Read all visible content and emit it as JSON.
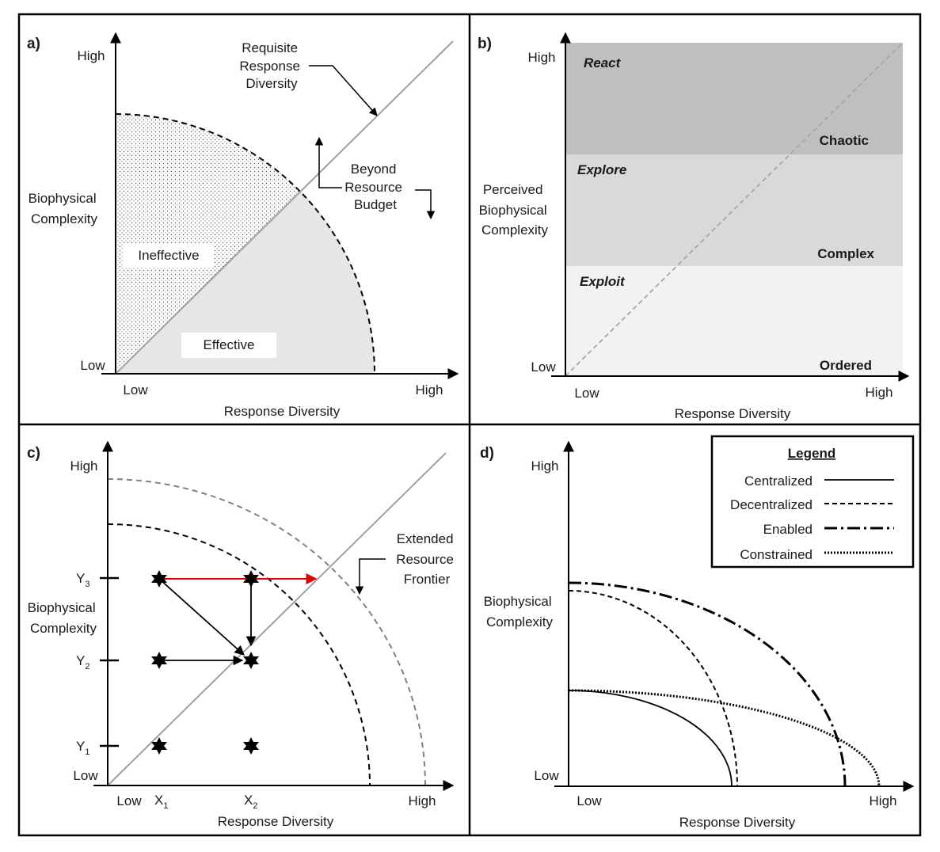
{
  "panels": {
    "a": {
      "tag": "a)",
      "y_high": "High",
      "y_low": "Low",
      "x_low": "Low",
      "x_high": "High",
      "xlabel": "Response Diversity",
      "ylabel": [
        "Biophysical",
        "Complexity"
      ],
      "annotation_requisite": [
        "Requisite",
        "Response",
        "Diversity"
      ],
      "annotation_beyond": [
        "Beyond",
        "Resource",
        "Budget"
      ],
      "region_ineffective": "Ineffective",
      "region_effective": "Effective"
    },
    "b": {
      "tag": "b)",
      "y_high": "High",
      "y_low": "Low",
      "x_low": "Low",
      "x_high": "High",
      "xlabel": "Response Diversity",
      "ylabel": [
        "Perceived",
        "Biophysical",
        "Complexity"
      ],
      "bands": [
        {
          "action": "React",
          "domain": "Chaotic",
          "color": "#bfbfbf"
        },
        {
          "action": "Explore",
          "domain": "Complex",
          "color": "#d9d9d9"
        },
        {
          "action": "Exploit",
          "domain": "Ordered",
          "color": "#f2f2f2"
        }
      ]
    },
    "c": {
      "tag": "c)",
      "y_high": "High",
      "y_low": "Low",
      "x_low": "Low",
      "x_high": "High",
      "xlabel": "Response Diversity",
      "ylabel": [
        "Biophysical",
        "Complexity"
      ],
      "y_ticks": [
        {
          "base": "Y",
          "sub": "3"
        },
        {
          "base": "Y",
          "sub": "2"
        },
        {
          "base": "Y",
          "sub": "1"
        }
      ],
      "x_ticks": [
        {
          "base": "X",
          "sub": "1"
        },
        {
          "base": "X",
          "sub": "2"
        }
      ],
      "annotation_extended": [
        "Extended",
        "Resource",
        "Frontier"
      ],
      "arrow_highlight_color": "#e00000"
    },
    "d": {
      "tag": "d)",
      "y_high": "High",
      "y_low": "Low",
      "x_low": "Low",
      "x_high": "High",
      "xlabel": "Response Diversity",
      "ylabel": [
        "Biophysical",
        "Complexity"
      ],
      "legend": {
        "title": "Legend",
        "items": [
          {
            "name": "Centralized",
            "style": "solid"
          },
          {
            "name": "Decentralized",
            "style": "dashed"
          },
          {
            "name": "Enabled",
            "style": "dash-dot"
          },
          {
            "name": "Constrained",
            "style": "dotted"
          }
        ]
      }
    }
  }
}
